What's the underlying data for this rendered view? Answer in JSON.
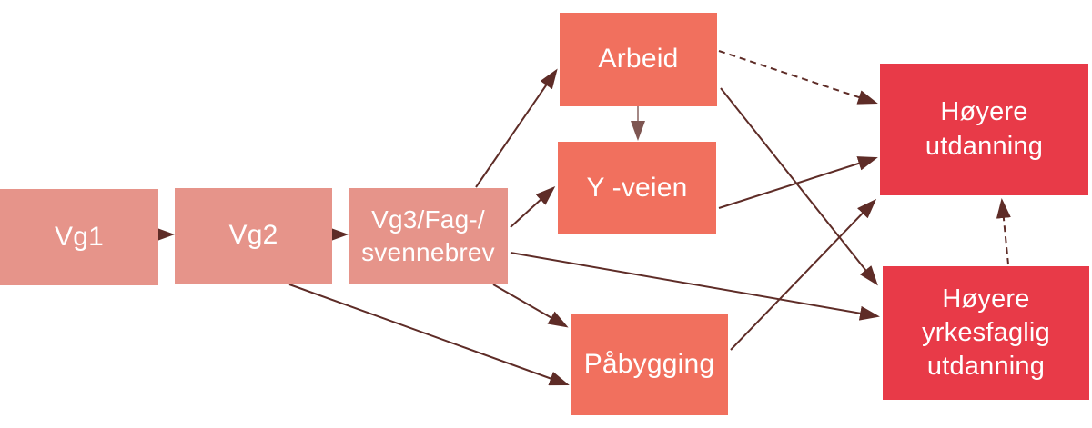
{
  "diagram": {
    "description": "Flowchart of Norwegian vocational education pathways",
    "palette": {
      "stage_box": "#e6948a",
      "path_box": "#f1705e",
      "tertiary_box": "#e83a48",
      "arrow": "#5e2c27",
      "text": "#ffffff",
      "background": "#ffffff"
    },
    "nodes": [
      {
        "id": "vg1",
        "label": "Vg1",
        "type": "stage_box"
      },
      {
        "id": "vg2",
        "label": "Vg2",
        "type": "stage_box"
      },
      {
        "id": "vg3",
        "label": "Vg3/Fag-/\nsvennebrev",
        "type": "stage_box"
      },
      {
        "id": "arbeid",
        "label": "Arbeid",
        "type": "path_box"
      },
      {
        "id": "yveien",
        "label": "Y -veien",
        "type": "path_box"
      },
      {
        "id": "pabygging",
        "label": "Påbygging",
        "type": "path_box"
      },
      {
        "id": "hu",
        "label": "Høyere\nutdanning",
        "type": "tertiary_box"
      },
      {
        "id": "hyu",
        "label": "Høyere\nyrkesfaglig\nutdanning",
        "type": "tertiary_box"
      }
    ],
    "edges": [
      {
        "from": "vg1",
        "to": "vg2",
        "style": "solid",
        "weight": 1.8,
        "points": [
          165,
          258,
          189,
          258
        ]
      },
      {
        "from": "vg2",
        "to": "vg3",
        "style": "solid",
        "weight": 1.8,
        "points": [
          367,
          258,
          380,
          258
        ]
      },
      {
        "from": "vg3",
        "to": "arbeid",
        "style": "solid",
        "weight": 2,
        "points": [
          523,
          206,
          611,
          78
        ]
      },
      {
        "from": "vg3",
        "to": "yveien",
        "style": "solid",
        "weight": 2,
        "points": [
          561,
          250,
          608,
          207
        ]
      },
      {
        "from": "arbeid",
        "to": "yveien",
        "style": "thin",
        "weight": 1.4,
        "points": [
          701,
          117,
          701,
          152
        ]
      },
      {
        "from": "arbeid",
        "to": "hu",
        "style": "dashed",
        "weight": 2,
        "points": [
          790,
          56,
          962,
          113
        ]
      },
      {
        "from": "arbeid",
        "to": "hyu",
        "style": "solid",
        "weight": 2,
        "points": [
          792,
          97,
          963,
          312
        ]
      },
      {
        "from": "yveien",
        "to": "hu",
        "style": "solid",
        "weight": 2,
        "points": [
          790,
          229,
          962,
          174
        ]
      },
      {
        "from": "vg3",
        "to": "hyu",
        "style": "solid",
        "weight": 2,
        "points": [
          561,
          278,
          964,
          348
        ]
      },
      {
        "from": "vg3",
        "to": "pabygging",
        "style": "solid",
        "weight": 2,
        "points": [
          542,
          313,
          622,
          359
        ]
      },
      {
        "from": "vg2",
        "to": "pabygging",
        "style": "solid",
        "weight": 2,
        "points": [
          318,
          313,
          623,
          423
        ]
      },
      {
        "from": "pabygging",
        "to": "hu",
        "style": "solid",
        "weight": 2,
        "points": [
          803,
          385,
          961,
          221
        ]
      },
      {
        "from": "hyu",
        "to": "hu",
        "style": "dashed",
        "weight": 2,
        "points": [
          1108,
          291,
          1101,
          221
        ]
      }
    ]
  }
}
